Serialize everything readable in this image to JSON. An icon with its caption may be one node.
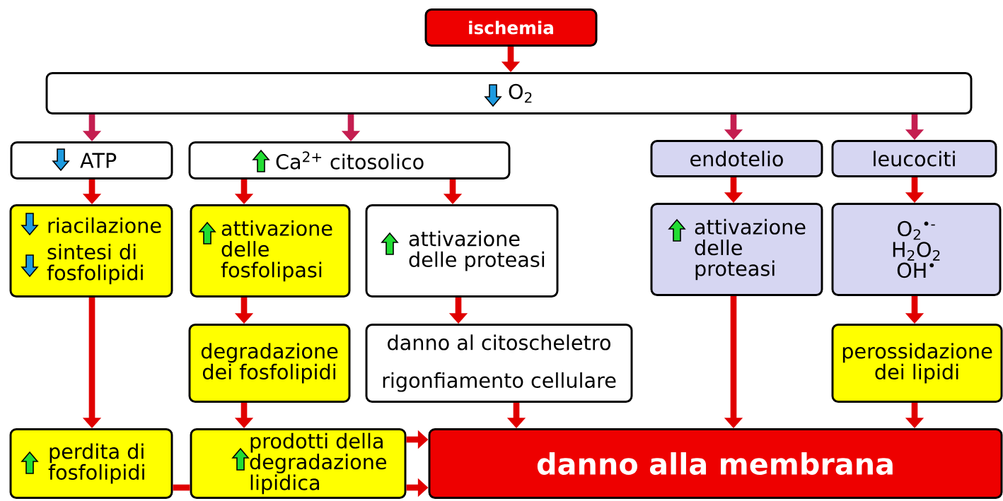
{
  "diagram": {
    "nodes": [
      {
        "text": [
          "ischemia"
        ]
      },
      {
        "text": [
          "O$_{2}$"
        ]
      },
      {
        "text": [
          "ATP"
        ]
      },
      {
        "text": [
          "Ca$^{2+}$ citosolico"
        ]
      },
      {
        "text": [
          "endotelio"
        ]
      },
      {
        "text": [
          "leucociti"
        ]
      },
      {
        "text": [
          "riacilazione",
          "sintesi di fosfolipidi"
        ]
      },
      {
        "text": [
          "attivazione delle fosfolipasi"
        ]
      },
      {
        "text": [
          "attivazione delle proteasi"
        ]
      },
      {
        "text": [
          "attivazione delle proteasi"
        ]
      },
      {
        "text": [
          "O$_{2}$$^{•-}$",
          "H$_{2}$O$_{2}$",
          "OH$^{•}$"
        ]
      },
      {
        "text": [
          "degradazione dei fosfolipidi"
        ]
      },
      {
        "text": [
          "danno al citoscheletro",
          "rigonfiamento cellulare"
        ]
      },
      {
        "text": [
          "perossidazione dei lipidi"
        ]
      },
      {
        "text": [
          "perdita di fosfolipidi"
        ]
      },
      {
        "text": [
          "prodotti della degradazione lipidica"
        ]
      },
      {
        "text": [
          "danno alla membrana"
        ]
      }
    ],
    "edges": [
      {
        "from": 0,
        "to": 1,
        "arrow": "to"
      },
      {
        "from": 1,
        "to": 2,
        "arrow": "to",
        "color": "#c41e50"
      },
      {
        "from": 1,
        "to": 3,
        "arrow": "to",
        "color": "#c41e50"
      },
      {
        "from": 1,
        "to": 4,
        "arrow": "to",
        "color": "#c41e50"
      },
      {
        "from": 1,
        "to": 5,
        "arrow": "to",
        "color": "#c41e50"
      },
      {
        "from": 2,
        "to": 6,
        "arrow": "to"
      },
      {
        "from": 3,
        "to": 7,
        "arrow": "to"
      },
      {
        "from": 3,
        "to": 8,
        "arrow": "to"
      },
      {
        "from": 4,
        "to": 9,
        "arrow": "to"
      },
      {
        "from": 5,
        "to": 10,
        "arrow": "to"
      },
      {
        "from": 6,
        "to": 14,
        "arrow": "to"
      },
      {
        "from": 7,
        "to": 11,
        "arrow": "to"
      },
      {
        "from": 8,
        "to": 12,
        "arrow": "to"
      },
      {
        "from": 9,
        "to": 16,
        "arrow": "to"
      },
      {
        "from": 10,
        "to": 13,
        "arrow": "to"
      },
      {
        "from": 11,
        "to": 15,
        "arrow": "to"
      },
      {
        "from": 12,
        "to": 16,
        "arrow": "to"
      },
      {
        "from": 13,
        "to": 16,
        "arrow": "to"
      },
      {
        "from": 14,
        "to": 15,
        "arrow": "none"
      },
      {
        "from": 15,
        "to": 16,
        "arrow": "to"
      },
      {
        "from": 15,
        "to": 16,
        "arrow": "to"
      }
    ]
  }
}
